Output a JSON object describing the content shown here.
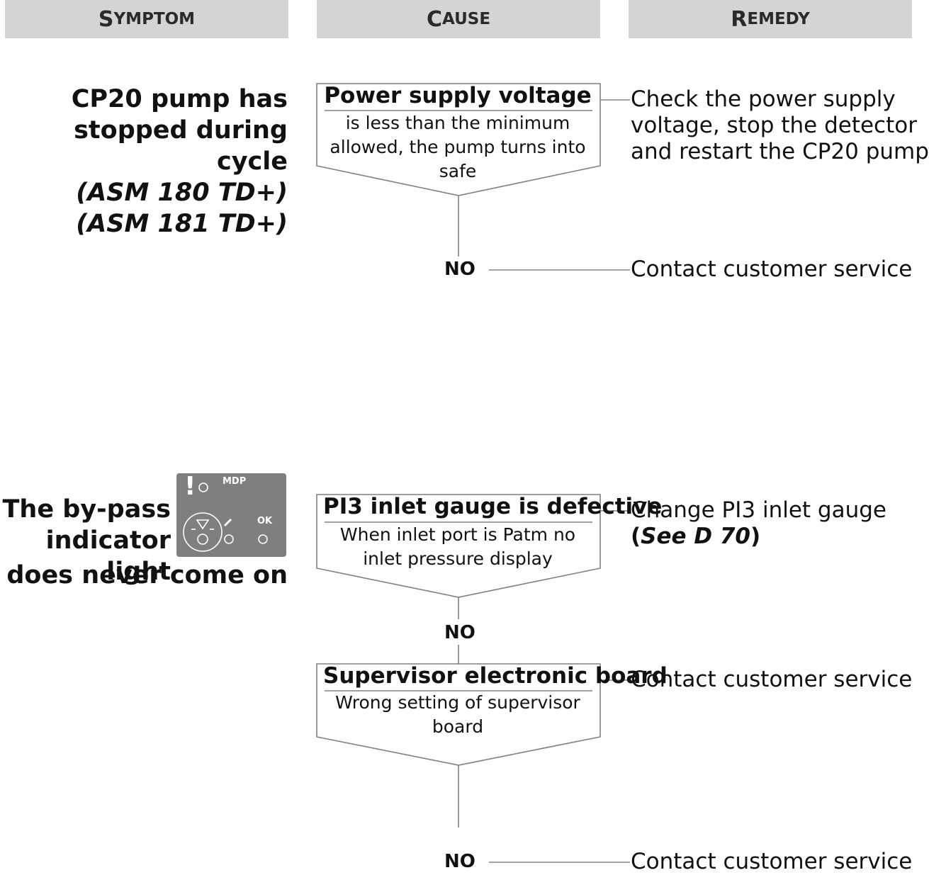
{
  "header": {
    "symptom": {
      "initial": "S",
      "rest": "YMPTOM"
    },
    "cause": {
      "initial": "C",
      "rest": "AUSE"
    },
    "remedy": {
      "initial": "R",
      "rest": "EMEDY"
    }
  },
  "section1": {
    "symptom": {
      "line1": "CP20 pump has",
      "line2": "stopped during cycle",
      "line3": "(ASM 180 TD+)",
      "line4": "(ASM 181 TD+)"
    },
    "cause": {
      "title": "Power supply voltage",
      "body1": "is less than the minimum",
      "body2": "allowed, the pump turns into",
      "body3": "safe"
    },
    "remedy": {
      "line1": "Check the power supply",
      "line2": "voltage, stop the detector",
      "line3": "and restart the CP20 pump"
    },
    "no_label": "NO",
    "no_remedy": "Contact customer service"
  },
  "section2": {
    "symptom": {
      "line1": "The by-pass",
      "line2": "indicator light",
      "line3": "does never come on"
    },
    "panel": {
      "exclaim": "!",
      "mdp": "MDP",
      "ok": "OK",
      "wrench_icon": "wrench-icon",
      "bypass_icon": "bypass-triangle-icon"
    },
    "cause1": {
      "title": "PI3 inlet gauge is defective",
      "body1": "When inlet port is Patm no",
      "body2": "inlet pressure display"
    },
    "remedy1": {
      "line1": "Change PI3 inlet gauge",
      "paren_open": "(",
      "see": "See D 70",
      "paren_close": ")"
    },
    "no_label1": "NO",
    "cause2": {
      "title": "Supervisor electronic board",
      "body1": "Wrong setting of supervisor",
      "body2": "board"
    },
    "remedy2": "Contact customer service",
    "no_label2": "NO",
    "no_remedy2": "Contact customer service"
  },
  "colors": {
    "header_bg": "#d4d4d4",
    "line": "#808080",
    "panel_bg": "#7f7f7f"
  }
}
